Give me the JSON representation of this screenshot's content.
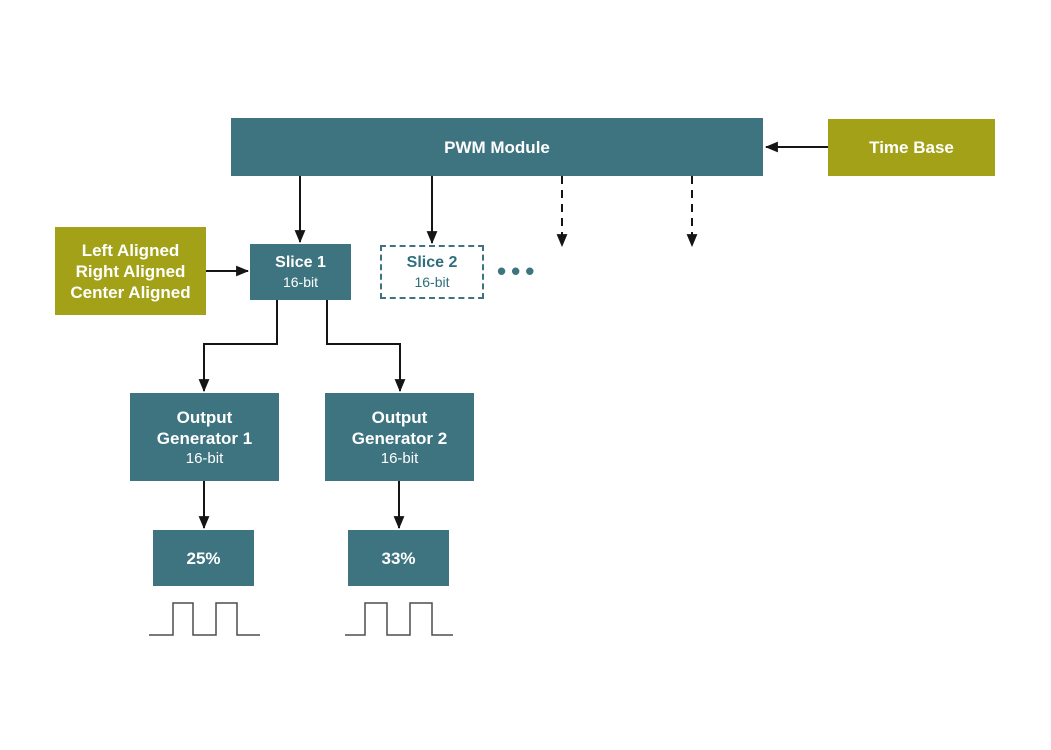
{
  "theme": {
    "teal": "#3D7480",
    "teal_text": "#2F6E7C",
    "olive": "#A2A118",
    "ink": "#151515",
    "wave": "#4D4D4D",
    "bg": "#FFFFFF"
  },
  "nodes": {
    "pwm_module": {
      "label": "PWM Module"
    },
    "time_base": {
      "label": "Time Base"
    },
    "alignment": {
      "lines": [
        "Left Aligned",
        "Right Aligned",
        "Center Aligned"
      ]
    },
    "slice1": {
      "title": "Slice 1",
      "subtitle": "16-bit"
    },
    "slice2": {
      "title": "Slice 2",
      "subtitle": "16-bit"
    },
    "more_slices": {
      "ellipsis": "•••"
    },
    "output_gen1": {
      "lines": [
        "Output",
        "Generator 1"
      ],
      "subtitle": "16-bit"
    },
    "output_gen2": {
      "lines": [
        "Output",
        "Generator 2"
      ],
      "subtitle": "16-bit"
    },
    "duty1": {
      "label": "25%"
    },
    "duty2": {
      "label": "33%"
    }
  }
}
